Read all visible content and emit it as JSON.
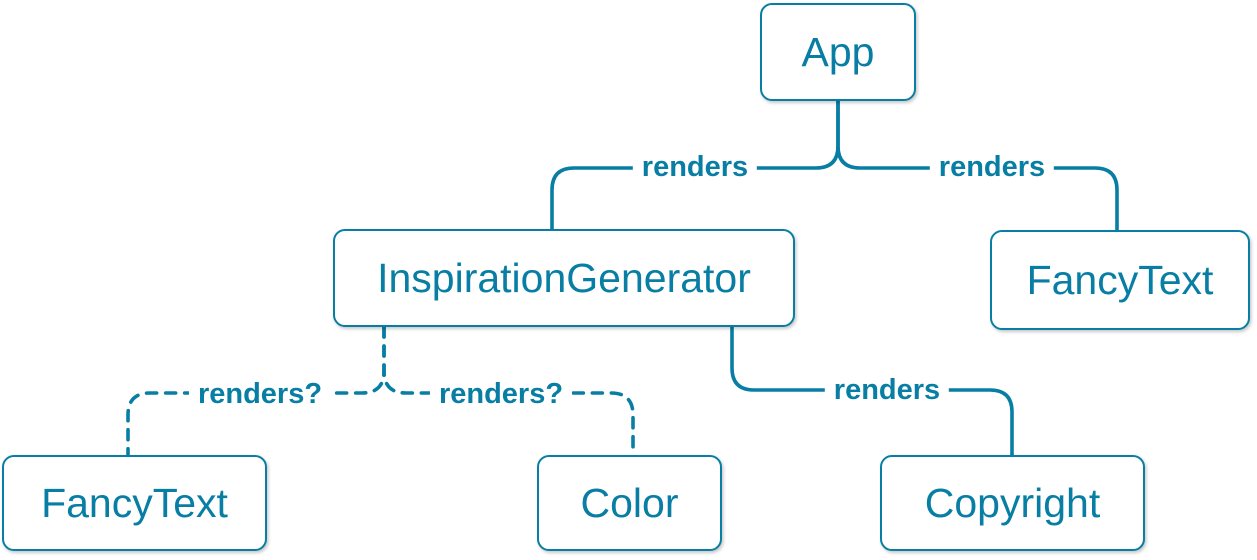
{
  "diagram": {
    "description": "React component render tree",
    "accent_color": "#087EA4",
    "background_color": "#ffffff",
    "nodes": [
      {
        "id": "app",
        "label": "App"
      },
      {
        "id": "inspiration-generator",
        "label": "InspirationGenerator"
      },
      {
        "id": "fancy-text-top",
        "label": "FancyText"
      },
      {
        "id": "fancy-text-bottom",
        "label": "FancyText"
      },
      {
        "id": "color",
        "label": "Color"
      },
      {
        "id": "copyright",
        "label": "Copyright"
      }
    ],
    "edges": [
      {
        "from": "app",
        "to": "inspiration-generator",
        "label": "renders",
        "style": "solid"
      },
      {
        "from": "app",
        "to": "fancy-text-top",
        "label": "renders",
        "style": "solid"
      },
      {
        "from": "inspiration-generator",
        "to": "fancy-text-bottom",
        "label": "renders?",
        "style": "dashed"
      },
      {
        "from": "inspiration-generator",
        "to": "color",
        "label": "renders?",
        "style": "dashed"
      },
      {
        "from": "inspiration-generator",
        "to": "copyright",
        "label": "renders",
        "style": "solid"
      }
    ]
  }
}
